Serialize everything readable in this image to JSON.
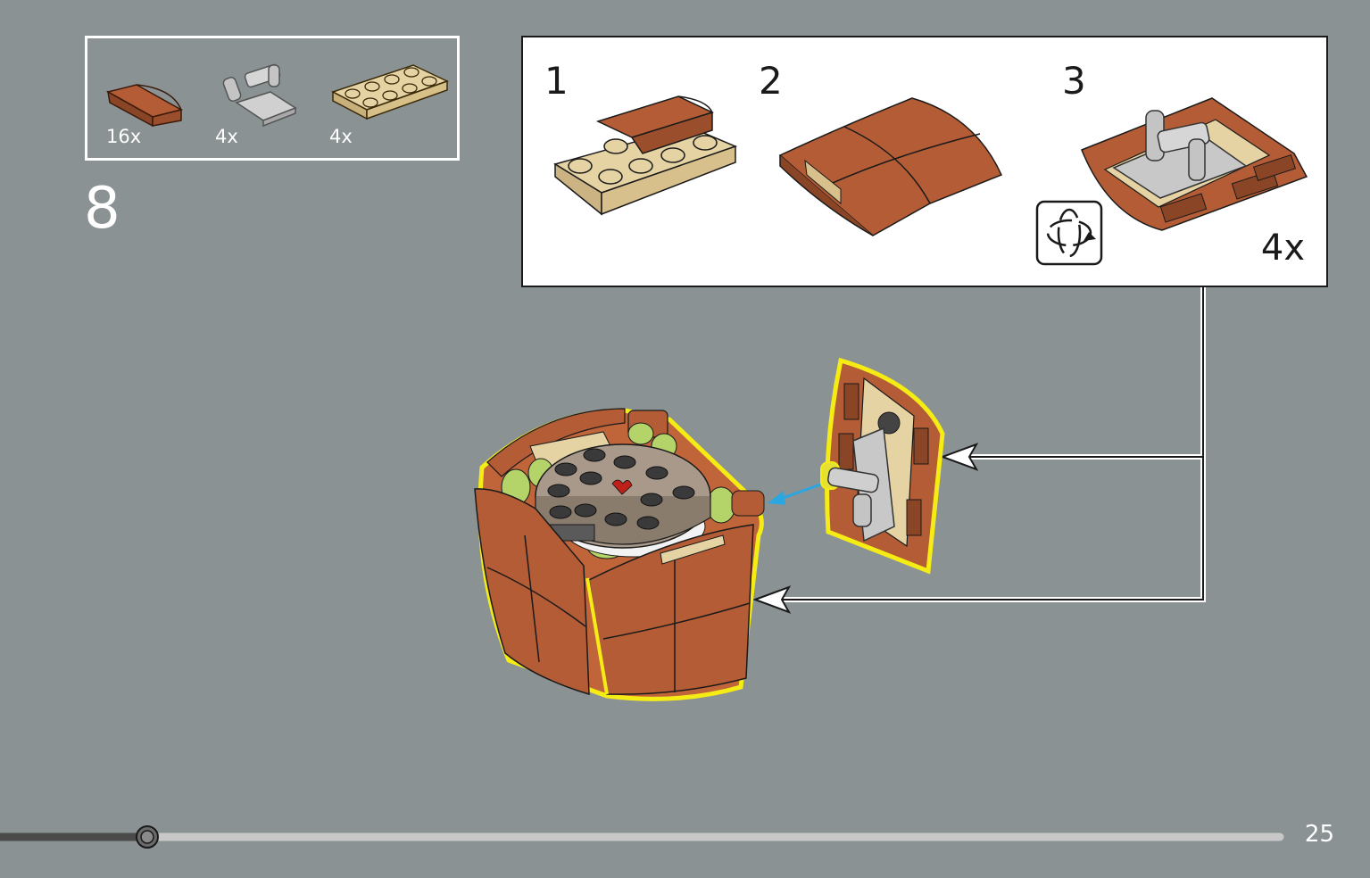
{
  "step": {
    "number": "8"
  },
  "parts_list": [
    {
      "name": "curved-slope-reddish-brown",
      "qty": "16x",
      "color": "#b35c35"
    },
    {
      "name": "clip-plate-light-gray",
      "qty": "4x",
      "color": "#c8c8c8"
    },
    {
      "name": "plate-2x4-tan",
      "qty": "4x",
      "color": "#e5d3a4"
    }
  ],
  "sub_assembly": {
    "steps": [
      "1",
      "2",
      "3"
    ],
    "multiplier": "4x",
    "rotate_icon": "rotate-icon"
  },
  "progress": {
    "fraction": 0.115,
    "page": "25"
  },
  "colors": {
    "background": "#8b9294",
    "reddish_brown": "#b35c35",
    "tan": "#e5d3a4",
    "dark_tan": "#a8998a",
    "dark_gray": "#3a3a3a",
    "light_gray": "#c8c8c8",
    "lime": "#b4d46a",
    "highlight": "#f5ec16",
    "arrow_blue": "#2aa6e0"
  }
}
